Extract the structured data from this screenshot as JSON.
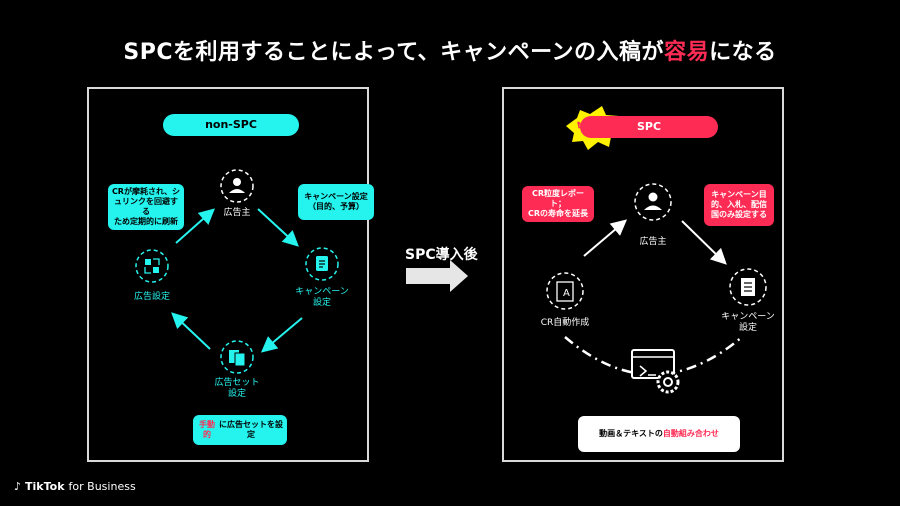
{
  "title": {
    "before": "SPCを利用することによって、キャンペーンの入稿が",
    "highlight": "容易",
    "after": "になる"
  },
  "left": {
    "header": "non-SPC",
    "nodes": {
      "advertiser": "広告主",
      "campaign": "キャンペーン\n設定",
      "adset": "広告セット\n設定",
      "ad": "広告設定"
    },
    "boxes": {
      "top_left": "CRが摩耗され、シ\nュリンクを回避する\nため定期的に刷新",
      "top_right": "キャンペーン設定\n（目的、予算）",
      "bottom_before": "手動的",
      "bottom_after": "に広告セットを設定"
    }
  },
  "middle": {
    "label": "SPC導入後"
  },
  "right": {
    "header": "SPC",
    "badge": "New!",
    "nodes": {
      "advertiser": "広告主",
      "campaign": "キャンペーン\n設定",
      "cr": "CR自動作成"
    },
    "boxes": {
      "top_left": "CR粒度レポート；\nCRの寿命を延長",
      "top_right": "キャンペーン目\n的、入札、配信\n国のみ設定する",
      "bottom_before": "動画＆テキストの",
      "bottom_highlight": "自動組み合わせ"
    }
  },
  "footer": {
    "brand": "TikTok",
    "suffix": "for Business"
  },
  "colors": {
    "cyan": "#25f4ee",
    "red": "#fe2c55",
    "yellow": "#fff200"
  }
}
